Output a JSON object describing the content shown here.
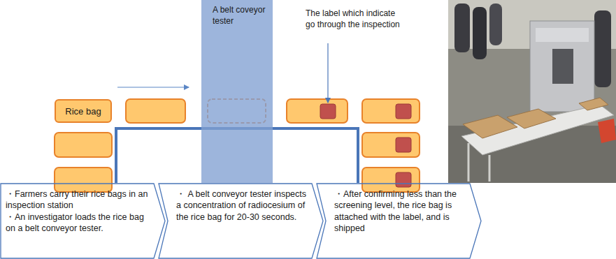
{
  "diagram": {
    "nodes": [
      {
        "text": [
          "Rice bag"
        ]
      },
      {
        "text": [
          "A belt coveyor tester"
        ]
      },
      {
        "text": [
          "・Farmers carry their rice bags in an inspection station",
          "・An investigator loads the rice bag on a belt conveyor tester."
        ]
      },
      {
        "text": [
          "・ A belt conveyor tester inspects a concentration of radiocesium of the rice bag for 20-30 seconds."
        ]
      },
      {
        "text": [
          "・After confirming less than the screening level, the rice bag is attached with the label, and is shipped"
        ]
      }
    ],
    "labels": [
      "The label which indicate go through the inspection"
    ]
  }
}
